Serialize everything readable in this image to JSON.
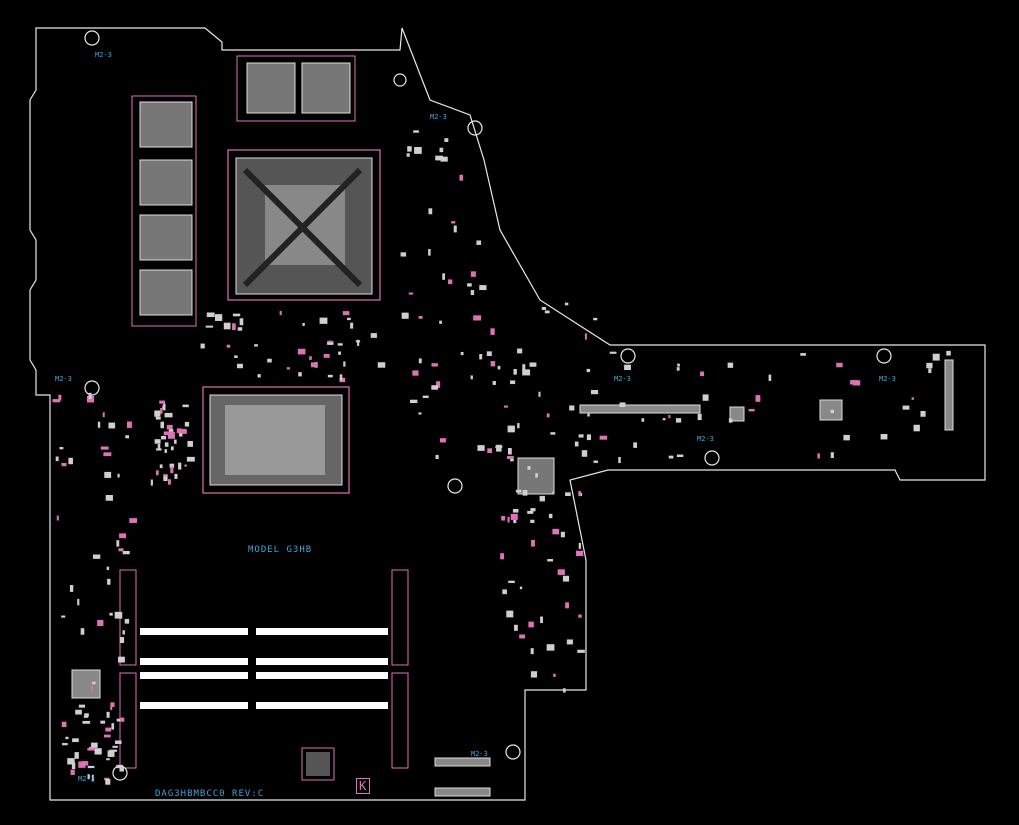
{
  "board": {
    "model_label": "MODEL G3HB",
    "part_number": "DAG3HBMBCC0 REV:C",
    "mark_k": "K",
    "hole_label": "M2-3"
  },
  "colors": {
    "background": "#000000",
    "outline": "#e8e8e8",
    "component": "#e0e0e0",
    "silk_pink": "#e070b8",
    "label_blue": "#3aa6d8"
  }
}
